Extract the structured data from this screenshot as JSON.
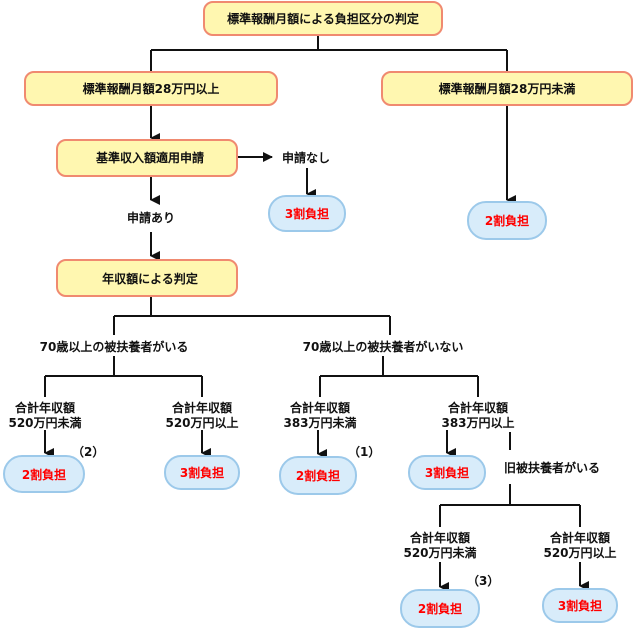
{
  "title": "標準報酬月額による負担区分の判定",
  "nodes": {
    "above28": "標準報酬月額28万円以上",
    "below28": "標準報酬月額28万円未満",
    "application": "基準収入額適用申請",
    "no_application": "申請なし",
    "with_application": "申請あり",
    "income_judgement": "年収額による判定",
    "has_70_dependent": "70歳以上の被扶養者がいる",
    "no_70_dependent": "70歳以上の被扶養者がいない",
    "former_dependent": "旧被扶養者がいる"
  },
  "conditions": {
    "total_income": "合計年収額",
    "under520": "520万円未満",
    "over520": "520万円以上",
    "under383": "383万円未満",
    "over383": "383万円以上"
  },
  "results": {
    "burden3": "3割負担",
    "burden2": "2割負担"
  },
  "notes": {
    "n1": "（1）",
    "n2": "（2）",
    "n3": "（3）"
  },
  "colors": {
    "decision_fill": "#fff7b0",
    "decision_border": "#f08a70",
    "result_fill": "#d8ecfa",
    "result_border": "#9cc9ea",
    "result_text": "#ff0000"
  }
}
